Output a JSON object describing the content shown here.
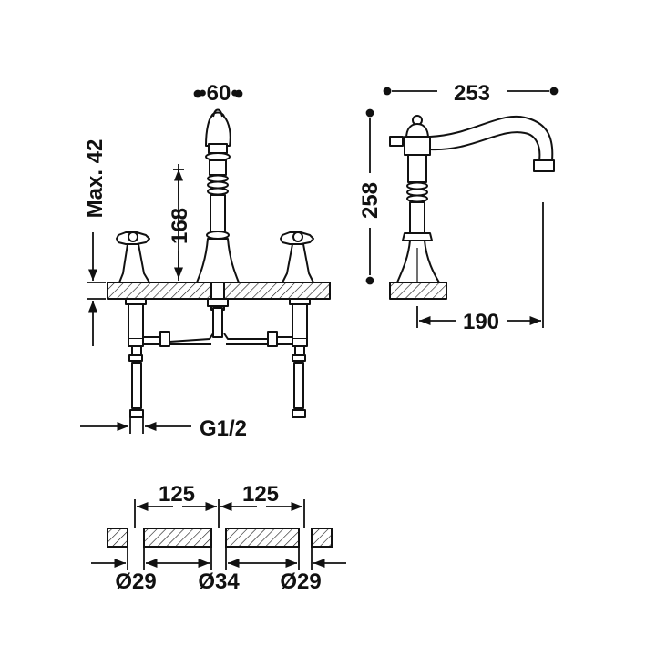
{
  "dimensions": {
    "spout_width": "•60•",
    "max_deck": "Max. 42",
    "body_height": "168",
    "side_depth": "253",
    "side_height": "258",
    "side_reach": "190",
    "thread": "G1/2",
    "spacing_left": "125",
    "spacing_right": "125",
    "hole_left": "Ø29",
    "hole_center": "Ø34",
    "hole_right": "Ø29"
  },
  "colors": {
    "ink": "#111111",
    "background": "#ffffff"
  },
  "icons": [
    "tap-front-view",
    "tap-side-view",
    "deck-section",
    "arrowhead",
    "dimension-dot"
  ]
}
